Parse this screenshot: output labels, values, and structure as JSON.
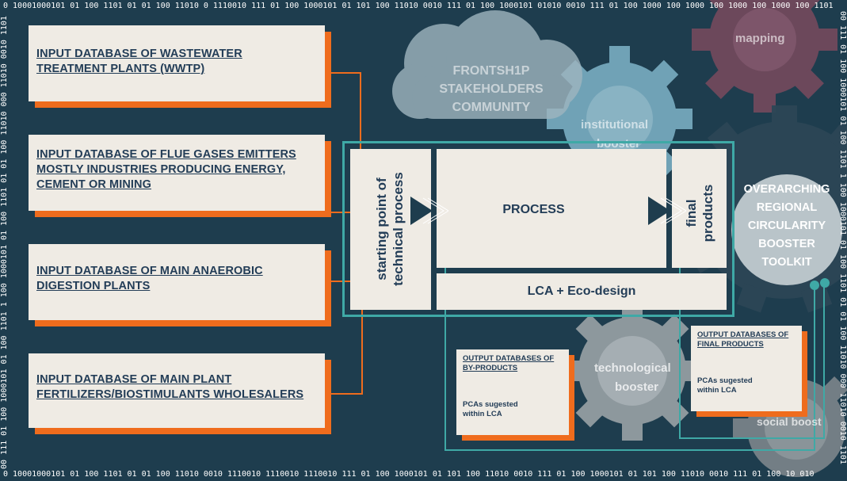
{
  "binary": {
    "top": "0 10001000101 01 100 1101 01 01 100 11010  0 1110010 111 01 100 1000101 01 101  100 11010 0010 111 01 100 1000101 01010 0010 111 01 100 1000 100 1000 100 1000 100 1000 100 1101",
    "bottom": "0 10001000101 01 100 1101 01 01 100 11010 0010 1110010 1110010 1110010 111 01 100 1000101 01 101  100 11010 0010 111 01 100 1000101 01 101 100 11010 0010 111 01 100 10 010",
    "left": "00 111 01 100 1000101 01 100 1101 1 100 1000101 01 100 1101 01 01 100 11010 000 11010 0010 1101",
    "right": "00 111 01 100 1000101 01 100 1101 1 100 1000101 01 100 1101 01 01 100 11010 000 11010 0010 1101"
  },
  "inputs": [
    {
      "line1": "INPUT DATABASE OF WASTEWATER",
      "line2": "TREATMENT PLANTS (WWTP)",
      "line3": ""
    },
    {
      "line1": "INPUT DATABASE OF FLUE GASES EMITTERS",
      "line2": "MOSTLY INDUSTRIES PRODUCING ENERGY,",
      "line3": "CEMENT OR MINING"
    },
    {
      "line1": "INPUT DATABASE OF MAIN ANAEROBIC",
      "line2": "DIGESTION PLANTS",
      "line3": ""
    },
    {
      "line1": "INPUT DATABASE OF MAIN PLANT",
      "line2": "FERTILIZERS/BIOSTIMULANTS WHOLESALERS",
      "line3": ""
    }
  ],
  "clouds": {
    "stakeholders": {
      "line1": "FRONTSH1P",
      "line2": "STAKEHOLDERS",
      "line3": "COMMUNITY"
    }
  },
  "gears": {
    "mapping": "mapping",
    "institutional": {
      "line1": "institutional",
      "line2": "booster"
    },
    "technological": {
      "line1": "technological",
      "line2": "booster"
    },
    "social": "social boost"
  },
  "process": {
    "start": {
      "line1": "starting point of",
      "line2": "technical process"
    },
    "main": "PROCESS",
    "final": {
      "line1": "final",
      "line2": "products"
    },
    "lca": "LCA + Eco-design"
  },
  "toolkit": {
    "line1": "OVERARCHING",
    "line2": "REGIONAL",
    "line3": "CIRCULARITY",
    "line4": "BOOSTER",
    "line5": "TOOLKIT"
  },
  "outputs": {
    "byproducts": {
      "h1": "OUTPUT DATABASES OF",
      "h2": "BY-PRODUCTS",
      "s1": "PCAs sugested",
      "s2": "within LCA"
    },
    "final": {
      "h1": "OUTPUT DATABASES OF",
      "h2": "FINAL PRODUCTS",
      "s1": "PCAs sugested",
      "s2": "within LCA"
    }
  },
  "colors": {
    "background": "#1e3d4e",
    "accent_orange": "#ef6c1d",
    "teal": "#3fa9a6",
    "box": "#efebe4",
    "text": "#233d57"
  }
}
